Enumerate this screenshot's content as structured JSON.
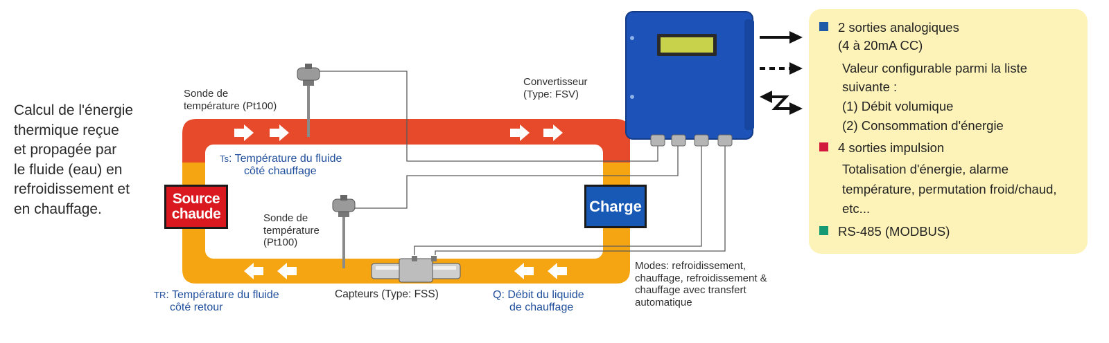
{
  "intro_lines": [
    "Calcul de l'énergie",
    "thermique reçue",
    "et propagée par",
    "le fluide (eau) en",
    "refroidissement et",
    "en chauffage."
  ],
  "sonde_top": [
    "Sonde de",
    "température (Pt100)"
  ],
  "sonde_bottom": [
    "Sonde de",
    "température",
    "(Pt100)"
  ],
  "convertisseur": [
    "Convertisseur",
    "(Type: FSV)"
  ],
  "ts": {
    "symbol": "Ts",
    "lines": [
      ": Température du fluide",
      "côté chauffage"
    ]
  },
  "tr": {
    "symbol": "TR",
    "lines": [
      ": Température du fluide",
      "côté retour"
    ]
  },
  "capteurs": "Capteurs (Type: FSS)",
  "debit": [
    "Q: Débit du liquide",
    "de chauffage"
  ],
  "modes": [
    "Modes: refroidissement,",
    "chauffage, refroidissement &",
    "chauffage avec transfert",
    "automatique"
  ],
  "source_box": [
    "Source",
    "chaude"
  ],
  "charge_box": "Charge",
  "panel": {
    "analog_title": [
      "2 sorties analogiques",
      "(4 à 20mA CC)"
    ],
    "analog_desc": [
      "Valeur configurable parmi la liste",
      "suivante :",
      "(1) Débit volumique",
      "(2) Consommation d'énergie"
    ],
    "pulse_title": "4 sorties impulsion",
    "pulse_desc": [
      "Totalisation d'énergie, alarme",
      "température, permutation froid/chaud,",
      "etc..."
    ],
    "rs_title": "RS-485 (MODBUS)"
  },
  "colors": {
    "hot_loop": "#e64a2b",
    "return_loop": "#f5a412",
    "source_red": "#d9191f",
    "charge_blue": "#1859b5",
    "converter_blue": "#1d52b8",
    "panel_bg": "#fdf3b8",
    "analog_square": "#1f5aa8",
    "pulse_square": "#d2193b",
    "rs_square": "#169a73"
  },
  "icons": [
    "flow-arrow-icon",
    "thermometer-probe-icon",
    "flow-sensor-icon",
    "converter-device-icon",
    "output-arrow-icon",
    "dashed-arrow-icon",
    "bidirectional-arrow-icon"
  ]
}
